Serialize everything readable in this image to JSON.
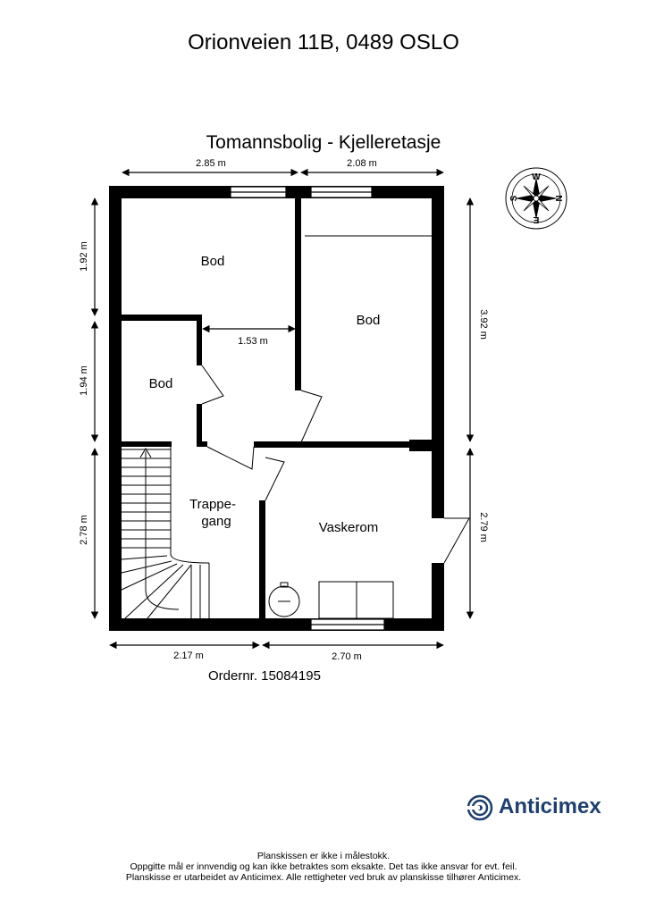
{
  "header": {
    "address": "Orionveien 11B, 0489 OSLO",
    "plan_title": "Tomannsbolig  - Kjelleretasje"
  },
  "rooms": {
    "bod_top_left": "Bod",
    "bod_right": "Bod",
    "bod_small": "Bod",
    "trappegang_line1": "Trappe-",
    "trappegang_line2": "gang",
    "vaskerom": "Vaskerom"
  },
  "dimensions": {
    "top_left": "2.85 m",
    "top_right": "2.08 m",
    "left_upper": "1.92 m",
    "left_middle": "1.94 m",
    "left_lower": "2.78 m",
    "right_upper": "3.92 m",
    "right_lower": "2.79 m",
    "inner": "1.53 m",
    "bottom_left": "2.17 m",
    "bottom_right": "2.70 m"
  },
  "compass": {
    "n": "N",
    "s": "S",
    "e": "E",
    "w": "W"
  },
  "order_number": "Ordernr. 15084195",
  "logo": {
    "text": "Anticimex",
    "color": "#1f3f6e"
  },
  "disclaimer": {
    "line1": "Planskissen er ikke i målestokk.",
    "line2": "Oppgitte mål er innvendig og kan ikke betraktes som eksakte. Det tas ikke ansvar for evt. feil.",
    "line3": "Planskisse er utarbeidet av Anticimex. Alle rettigheter ved bruk av planskisse tilhører Anticimex."
  }
}
